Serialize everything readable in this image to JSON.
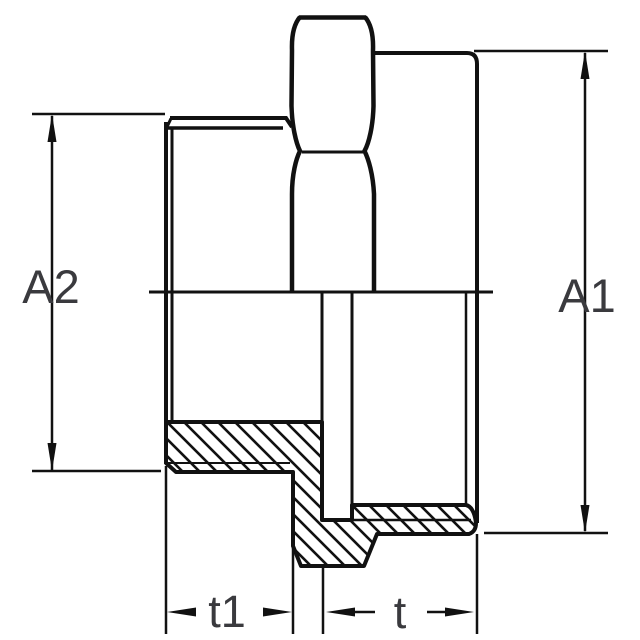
{
  "drawing": {
    "background": "#ffffff",
    "line_color": "#111111",
    "label_color": "#3a3a3e",
    "labels": {
      "a1": "A1",
      "a2": "A2",
      "t1": "t1",
      "t": "t"
    }
  }
}
